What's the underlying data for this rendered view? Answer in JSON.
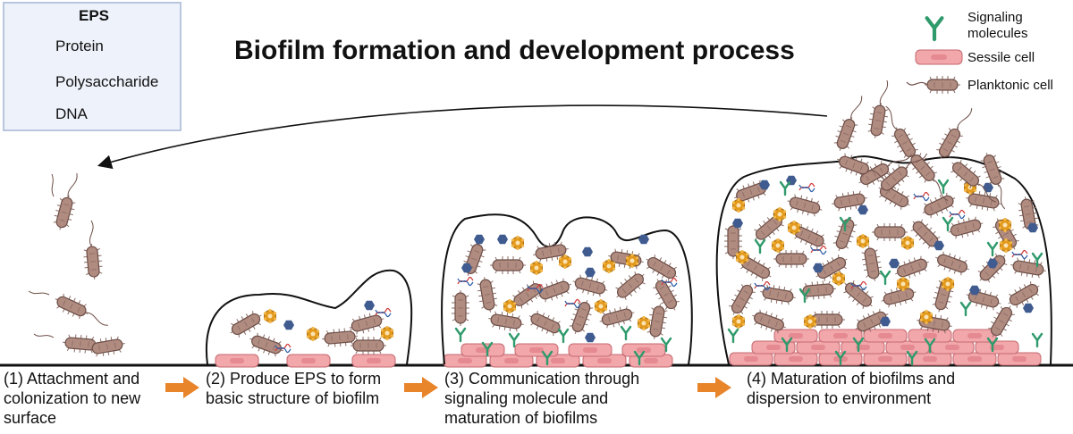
{
  "title": "Biofilm formation and development process",
  "legend": {
    "title": "EPS",
    "items": [
      {
        "label": "Protein",
        "icon": "protein-icon"
      },
      {
        "label": "Polysaccharide",
        "icon": "polysaccharide-icon"
      },
      {
        "label": "DNA",
        "icon": "dna-icon"
      }
    ]
  },
  "key": {
    "signaling_l1": "Signaling",
    "signaling_l2": "molecules",
    "sessile": "Sessile cell",
    "planktonic": "Planktonic cell"
  },
  "steps": [
    {
      "l1": "(1) Attachment and",
      "l2": "colonization to new",
      "l3": "surface"
    },
    {
      "l1": "(2) Produce EPS to form",
      "l2": "basic structure of biofilm",
      "l3": ""
    },
    {
      "l1": "(3) Communication through",
      "l2": "signaling molecule and",
      "l3": "maturation of biofilms"
    },
    {
      "l1": "(4) Maturation of biofilms and",
      "l2": "dispersion to environment",
      "l3": ""
    }
  ],
  "colors": {
    "bacterium": "#b08b80",
    "bacterium_outline": "#6d4f48",
    "sessile": "#f2a7ab",
    "sessile_outline": "#c46a70",
    "protein": "#e39a1c",
    "polysaccharide": "#3f5b8f",
    "signal": "#2f9a6b",
    "arrow": "#e8842a",
    "legend_bg": "#eef2fb"
  }
}
